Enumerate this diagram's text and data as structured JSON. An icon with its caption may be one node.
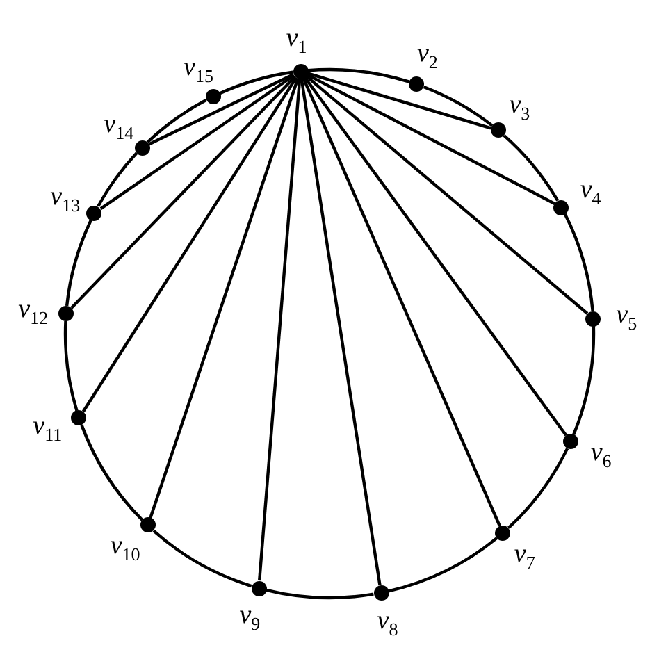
{
  "diagram": {
    "nodes": [
      {
        "text": [
          "v$_{1}$"
        ]
      },
      {
        "text": [
          "v$_{2}$"
        ]
      },
      {
        "text": [
          "v$_{3}$"
        ]
      },
      {
        "text": [
          "v$_{4}$"
        ]
      },
      {
        "text": [
          "v$_{5}$"
        ]
      },
      {
        "text": [
          "v$_{6}$"
        ]
      },
      {
        "text": [
          "v$_{7}$"
        ]
      },
      {
        "text": [
          "v$_{8}$"
        ]
      },
      {
        "text": [
          "v$_{9}$"
        ]
      },
      {
        "text": [
          "v$_{10}$"
        ]
      },
      {
        "text": [
          "v$_{11}$"
        ]
      },
      {
        "text": [
          "v$_{12}$"
        ]
      },
      {
        "text": [
          "v$_{13}$"
        ]
      },
      {
        "text": [
          "v$_{14}$"
        ]
      },
      {
        "text": [
          "v$_{15}$"
        ]
      }
    ],
    "edges": [
      {
        "from": 0,
        "to": 1,
        "arrow": "none"
      },
      {
        "from": 1,
        "to": 2,
        "arrow": "none"
      },
      {
        "from": 2,
        "to": 3,
        "arrow": "none"
      },
      {
        "from": 3,
        "to": 4,
        "arrow": "none"
      },
      {
        "from": 4,
        "to": 5,
        "arrow": "none"
      },
      {
        "from": 5,
        "to": 6,
        "arrow": "none"
      },
      {
        "from": 6,
        "to": 7,
        "arrow": "none"
      },
      {
        "from": 7,
        "to": 8,
        "arrow": "none"
      },
      {
        "from": 8,
        "to": 9,
        "arrow": "none"
      },
      {
        "from": 9,
        "to": 10,
        "arrow": "none"
      },
      {
        "from": 10,
        "to": 11,
        "arrow": "none"
      },
      {
        "from": 11,
        "to": 12,
        "arrow": "none"
      },
      {
        "from": 12,
        "to": 13,
        "arrow": "none"
      },
      {
        "from": 13,
        "to": 14,
        "arrow": "none"
      },
      {
        "from": 14,
        "to": 0,
        "arrow": "none"
      },
      {
        "from": 0,
        "to": 2,
        "arrow": "none"
      },
      {
        "from": 0,
        "to": 3,
        "arrow": "none"
      },
      {
        "from": 0,
        "to": 4,
        "arrow": "none"
      },
      {
        "from": 0,
        "to": 5,
        "arrow": "none"
      },
      {
        "from": 0,
        "to": 6,
        "arrow": "none"
      },
      {
        "from": 0,
        "to": 7,
        "arrow": "none"
      },
      {
        "from": 0,
        "to": 8,
        "arrow": "none"
      },
      {
        "from": 0,
        "to": 9,
        "arrow": "none"
      },
      {
        "from": 0,
        "to": 10,
        "arrow": "none"
      },
      {
        "from": 0,
        "to": 11,
        "arrow": "none"
      },
      {
        "from": 0,
        "to": 12,
        "arrow": "none"
      },
      {
        "from": 0,
        "to": 13,
        "arrow": "none"
      }
    ]
  }
}
